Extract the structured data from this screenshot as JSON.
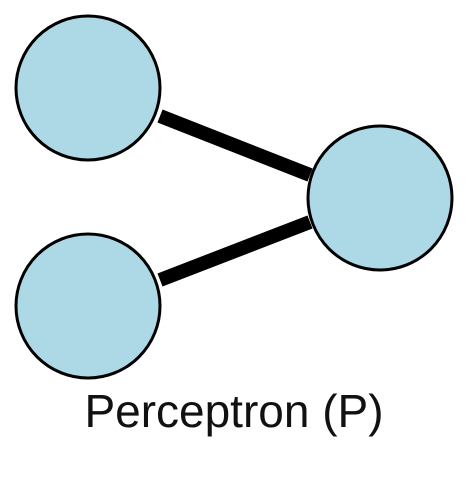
{
  "diagram": {
    "caption": "Perceptron (P)",
    "node_fill": "#add8e6",
    "node_stroke": "#000000",
    "edge_color": "#000000",
    "nodes": [
      {
        "id": "input-top"
      },
      {
        "id": "input-bottom"
      },
      {
        "id": "output"
      }
    ],
    "edges": [
      {
        "from": "input-top",
        "to": "output"
      },
      {
        "from": "input-bottom",
        "to": "output"
      }
    ]
  }
}
